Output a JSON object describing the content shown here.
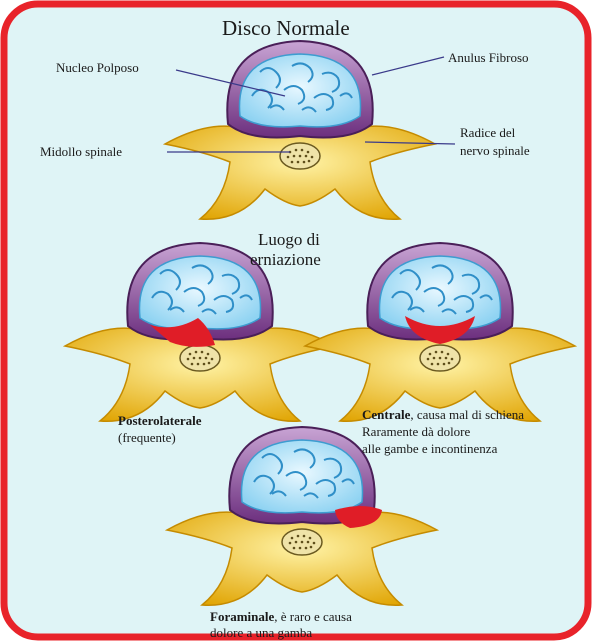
{
  "title": "Disco Normale",
  "labels": {
    "nucleo": "Nucleo Polposo",
    "anulus": "Anulus Fibroso",
    "midollo": "Midollo spinale",
    "radice_1": "Radice del",
    "radice_2": "nervo spinale"
  },
  "section_title_1": "Luogo di",
  "section_title_2": "erniazione",
  "captions": {
    "posterolaterale_bold": "Posterolaterale",
    "posterolaterale_rest": "(frequente)",
    "centrale_bold": "Centrale",
    "centrale_rest": ", causa mal di schiena",
    "centrale_line2": "Raramente dà dolore",
    "centrale_line3": "alle gambe e incontinenza",
    "foraminale_bold": "Foraminale",
    "foraminale_rest": ", è raro e causa",
    "foraminale_line2": "dolore a una gamba"
  },
  "colors": {
    "frame": "#e8232a",
    "background": "#dff4f6",
    "anulus": "#7a3f8c",
    "nucleus": "#bfe8f8",
    "bone": "#f2c21a",
    "herniation": "#e01d27"
  }
}
